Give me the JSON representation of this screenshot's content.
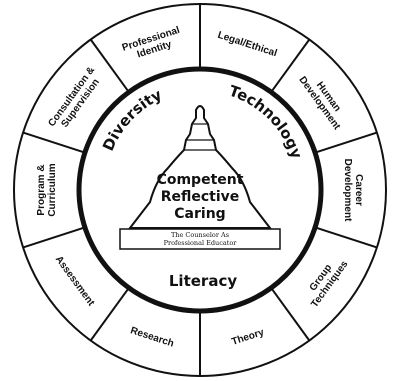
{
  "outer_segments": [
    {
      "id": "legal-ethical",
      "lines": [
        "Legal/Ethical"
      ]
    },
    {
      "id": "human-development",
      "lines": [
        "Human",
        "Development"
      ]
    },
    {
      "id": "career-development",
      "lines": [
        "Career",
        "Development"
      ]
    },
    {
      "id": "group-techniques",
      "lines": [
        "Group",
        "Techniques"
      ]
    },
    {
      "id": "theory",
      "lines": [
        "Theory"
      ]
    },
    {
      "id": "research",
      "lines": [
        "Research"
      ]
    },
    {
      "id": "assessment",
      "lines": [
        "Assessment"
      ]
    },
    {
      "id": "program-curriculum",
      "lines": [
        "Program &",
        "Curriculum"
      ]
    },
    {
      "id": "consultation-supervision",
      "lines": [
        "Consultation &",
        "Supervision"
      ]
    },
    {
      "id": "professional-identity",
      "lines": [
        "Professional",
        "Identity"
      ]
    }
  ],
  "inner_labels": {
    "diversity": "Diversity",
    "technology": "Technology",
    "literacy": "Literacy"
  },
  "center": {
    "line1": "Competent",
    "line2": "Reflective",
    "line3": "Caring"
  },
  "plaque": {
    "line1": "The Counselor As",
    "line2": "Professional Educator"
  },
  "colors": {
    "stroke": "#111111",
    "background": "#ffffff"
  }
}
